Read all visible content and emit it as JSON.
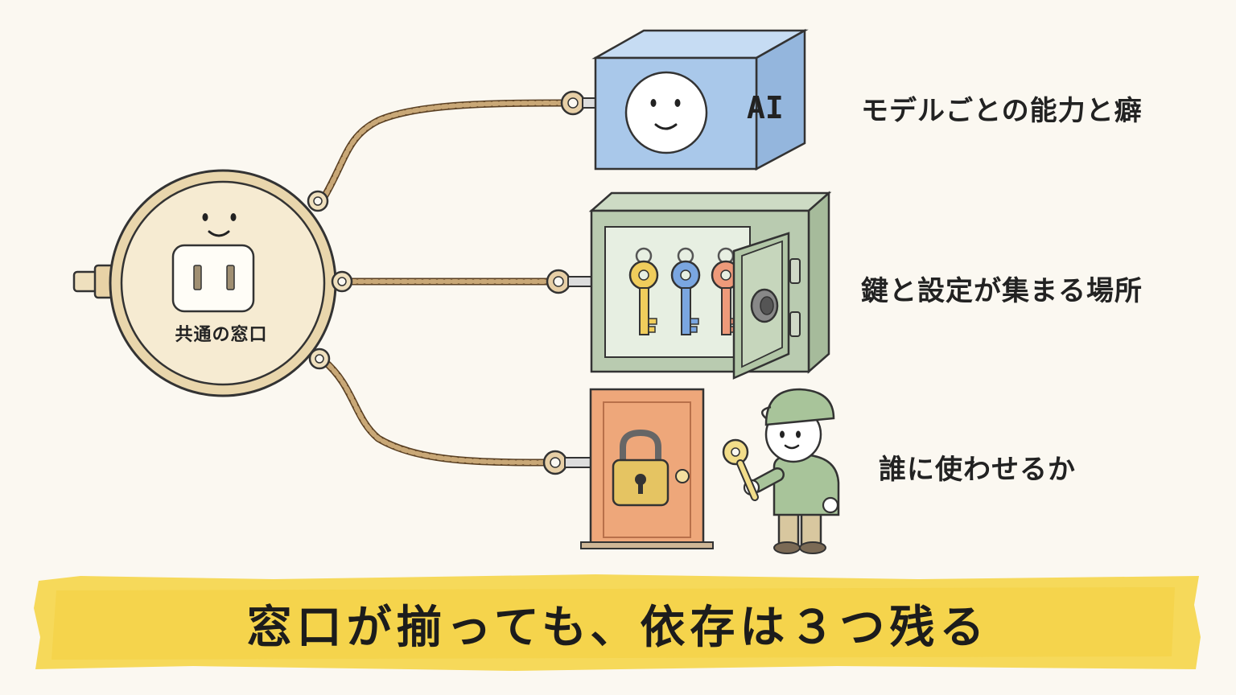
{
  "hub": {
    "label": "共通の窓口"
  },
  "ai_box": {
    "letters": "AI"
  },
  "dependencies": [
    {
      "label": "モデルごとの能力と癖"
    },
    {
      "label": "鍵と設定が集まる場所"
    },
    {
      "label": "誰に使わせるか"
    }
  ],
  "banner": {
    "text": "窓口が揃っても、依存は３つ残る"
  },
  "colors": {
    "background": "#fbf8f1",
    "hub": "#f3e5c4",
    "ai_box": "#a9c8ea",
    "safe": "#b9cbb0",
    "door": "#eea77a",
    "banner": "#f6d95a",
    "rope": "#b88f5c"
  }
}
